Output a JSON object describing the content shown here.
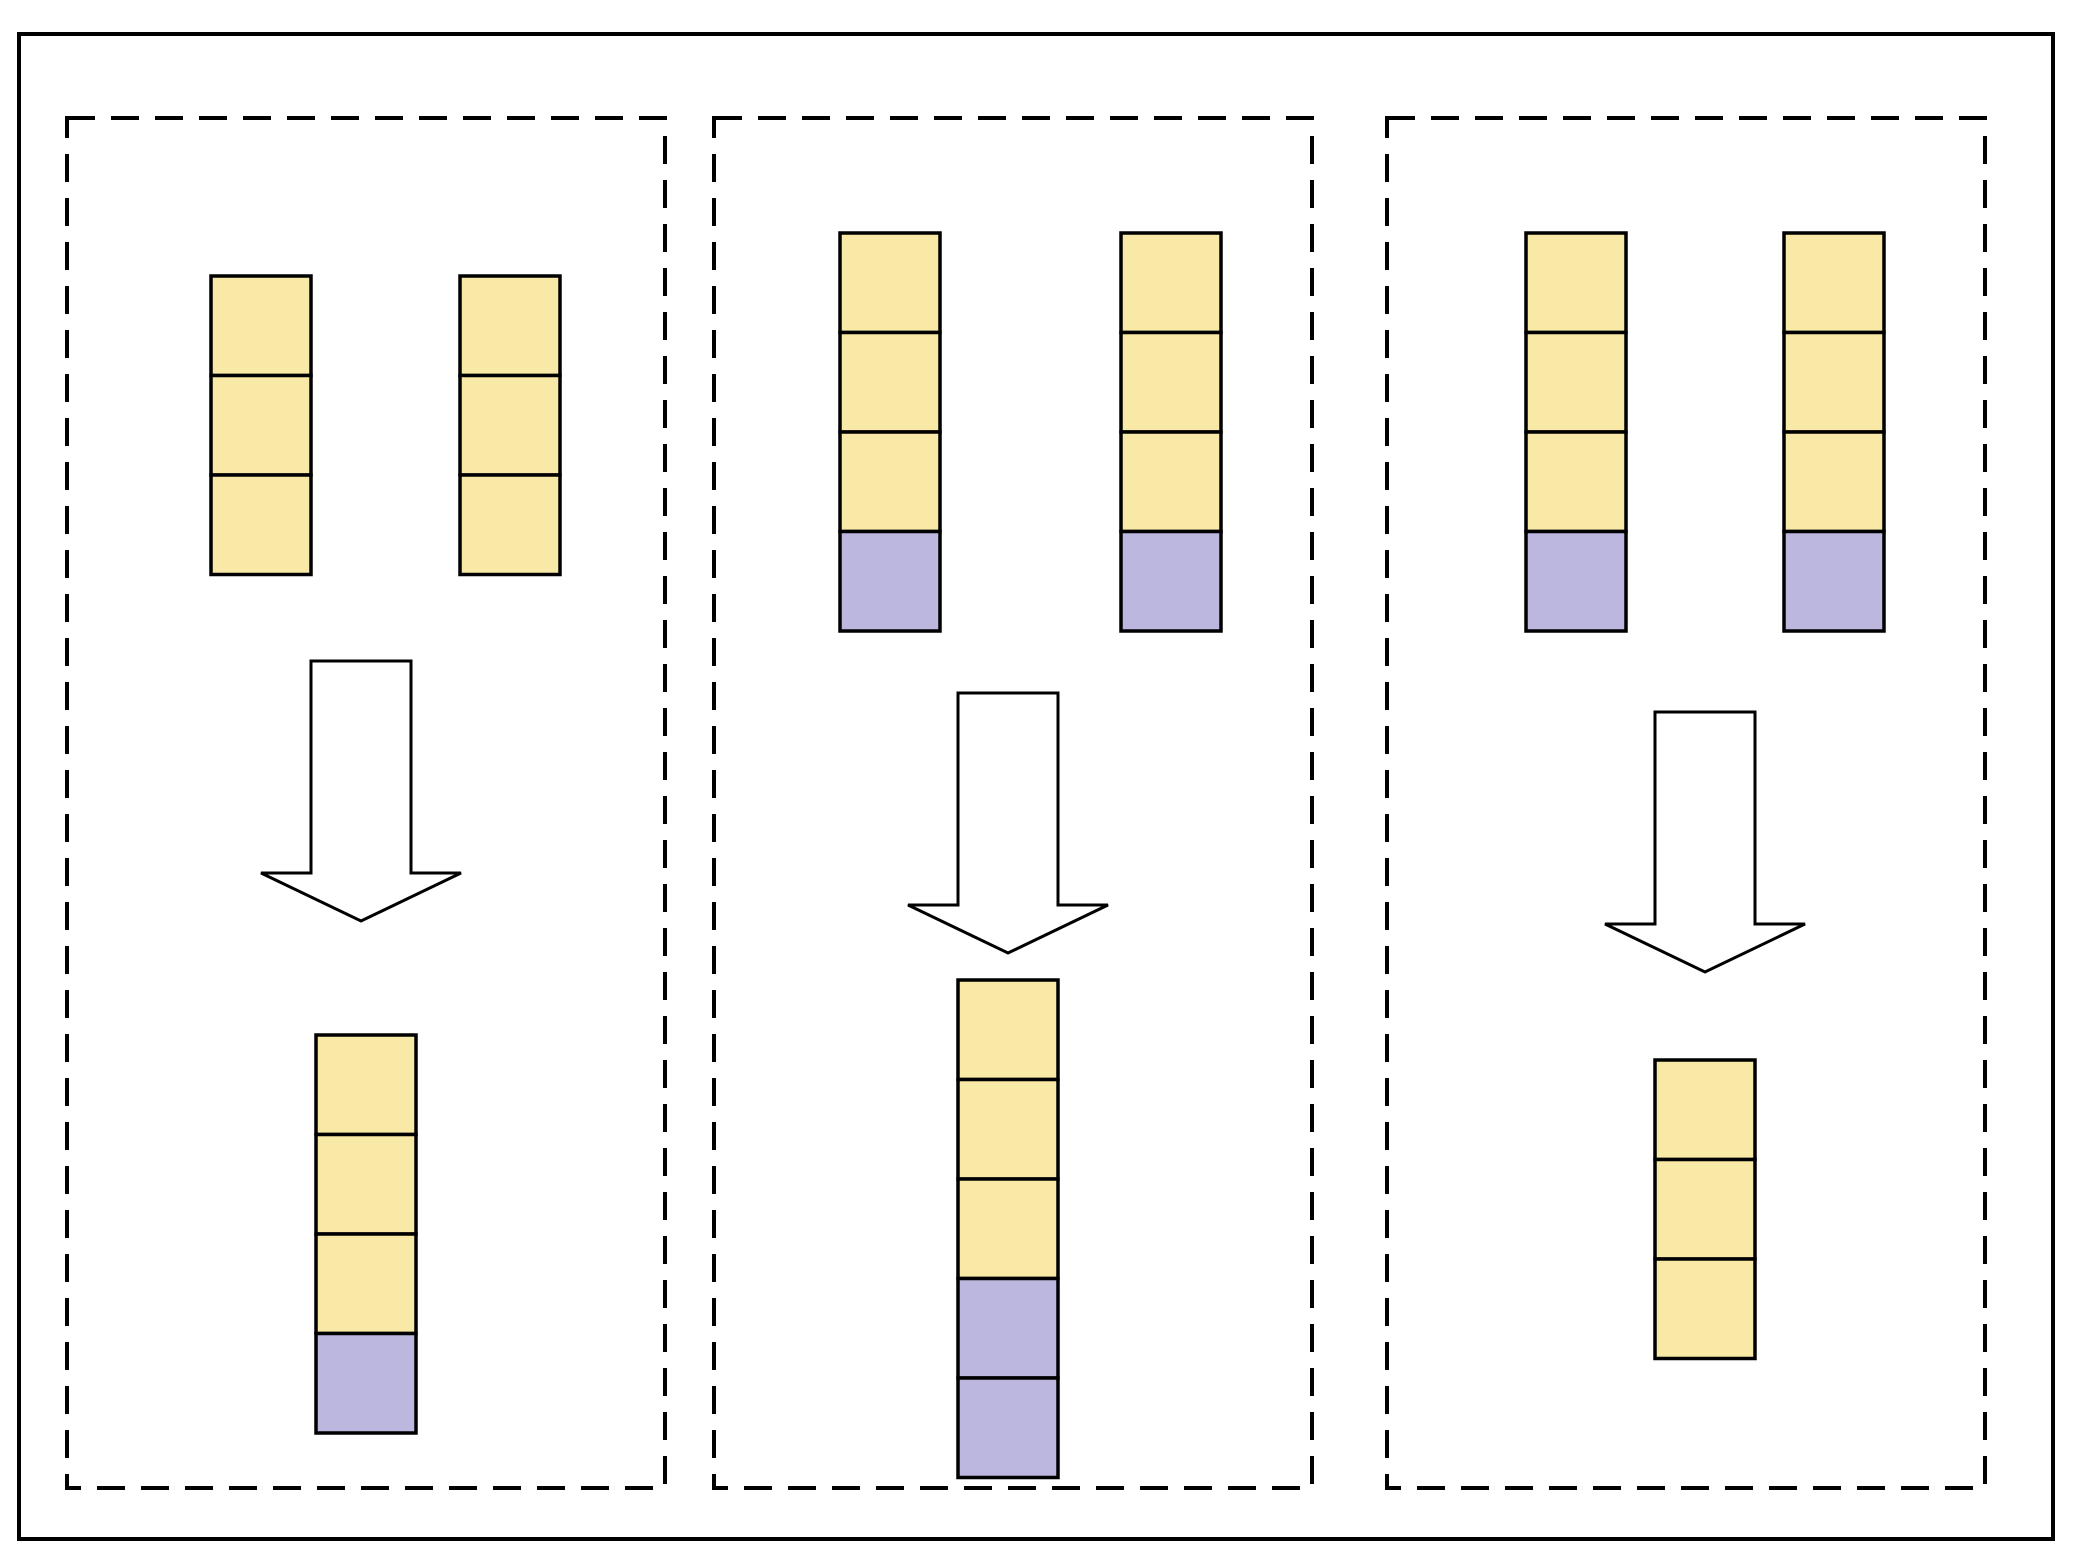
{
  "colors": {
    "background": "#ffffff",
    "frame_stroke": "#000000",
    "panel_stroke": "#000000",
    "cell_yellow": "#F9E9A7",
    "cell_purple": "#BCB7DF",
    "cell_stroke": "#000000",
    "arrow_fill": "#ffffff",
    "arrow_stroke": "#000000"
  },
  "panels": [
    {
      "inputs": [
        [
          "yellow",
          "yellow",
          "yellow"
        ],
        [
          "yellow",
          "yellow",
          "yellow"
        ]
      ],
      "output": [
        "yellow",
        "yellow",
        "yellow",
        "purple"
      ]
    },
    {
      "inputs": [
        [
          "yellow",
          "yellow",
          "yellow",
          "purple"
        ],
        [
          "yellow",
          "yellow",
          "yellow",
          "purple"
        ]
      ],
      "output": [
        "yellow",
        "yellow",
        "yellow",
        "purple",
        "purple"
      ]
    },
    {
      "inputs": [
        [
          "yellow",
          "yellow",
          "yellow",
          "purple"
        ],
        [
          "yellow",
          "yellow",
          "yellow",
          "purple"
        ]
      ],
      "output": [
        "yellow",
        "yellow",
        "yellow"
      ]
    }
  ]
}
